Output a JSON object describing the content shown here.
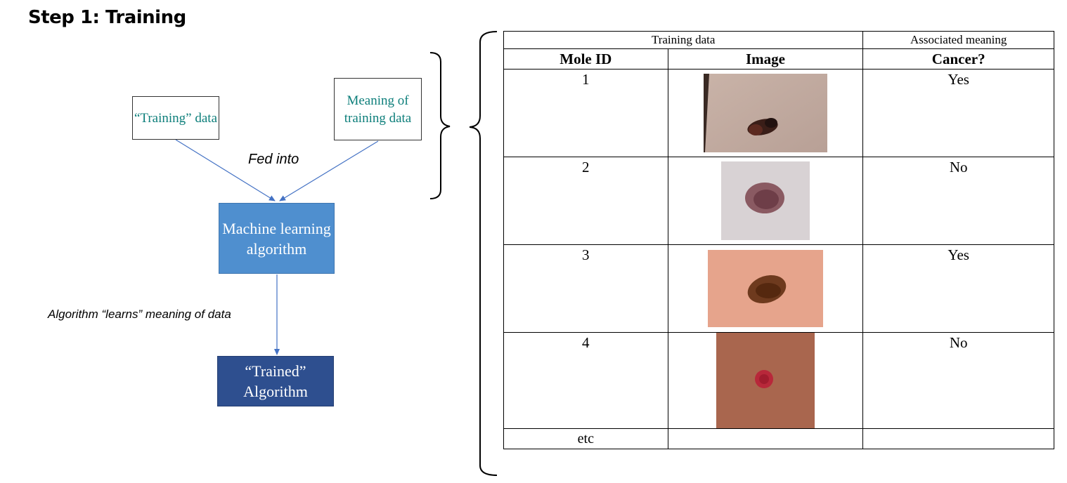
{
  "title": "Step 1: Training",
  "diagram": {
    "input_box_training": "“Training” data",
    "input_box_meaning": "Meaning of training data",
    "fed_into_label": "Fed into",
    "ml_box": "Machine learning algorithm",
    "learns_label": "Algorithm “learns” meaning of data",
    "trained_box": "“Trained” Algorithm"
  },
  "table": {
    "group_headers": [
      "Training data",
      "Associated meaning"
    ],
    "columns": [
      "Mole ID",
      "Image",
      "Cancer?"
    ],
    "rows": [
      {
        "id": "1",
        "cancer": "Yes",
        "image_icon": "mole-photo-1"
      },
      {
        "id": "2",
        "cancer": "No",
        "image_icon": "mole-photo-2"
      },
      {
        "id": "3",
        "cancer": "Yes",
        "image_icon": "mole-photo-3"
      },
      {
        "id": "4",
        "cancer": "No",
        "image_icon": "mole-photo-4"
      }
    ],
    "last_row_label": "etc"
  },
  "colors": {
    "ml_box": "#4f8fcf",
    "trained_box": "#2e4f8f",
    "input_text": "#0e7f7b",
    "arrow": "#4472c4"
  }
}
